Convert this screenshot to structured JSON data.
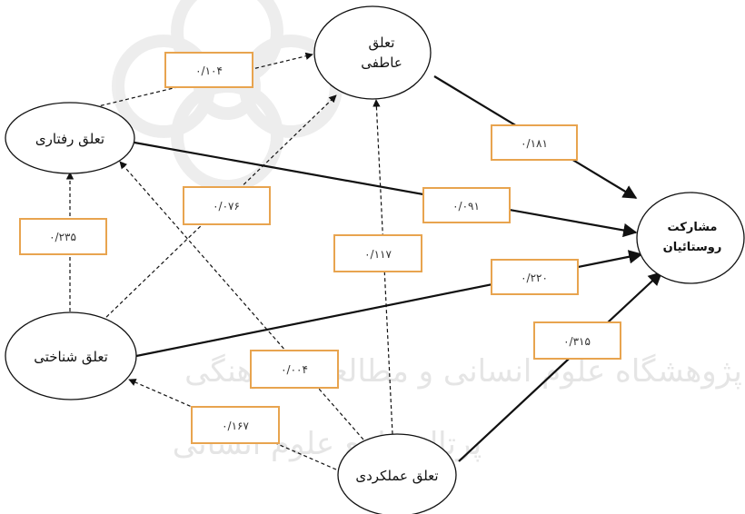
{
  "diagram": {
    "colors": {
      "edge_box_border": "#e8a44f",
      "line": "#111111",
      "watermark": "#ececec"
    },
    "watermark_text": [
      "پژوهشگاه علوم انسانی و مطالعات فرهنگی",
      "پرتال جامع علوم انسانی"
    ],
    "nodes": [
      {
        "id": "emotional",
        "lines": [
          "تعلق",
          "عاطفی"
        ]
      },
      {
        "id": "behavioral",
        "lines": [
          "تعلق رفتاری"
        ]
      },
      {
        "id": "participation",
        "lines": [
          "مشارکت",
          "روستائیان"
        ]
      },
      {
        "id": "cognitive",
        "lines": [
          "تعلق شناختی"
        ]
      },
      {
        "id": "functional",
        "lines": [
          "تعلق عملکردی"
        ]
      }
    ],
    "edges": [
      {
        "id": "behavioral-emotional",
        "from": "behavioral",
        "to": "emotional",
        "style": "dashed",
        "label": "۰/۱۰۴"
      },
      {
        "id": "emotional-participation",
        "from": "emotional",
        "to": "participation",
        "style": "solid",
        "label": "۰/۱۸۱"
      },
      {
        "id": "behavioral-participation",
        "from": "behavioral",
        "to": "participation",
        "style": "solid",
        "label": "۰/۰۹۱"
      },
      {
        "id": "cognitive-behavioral",
        "from": "cognitive",
        "to": "behavioral",
        "style": "dashed",
        "label": "۰/۲۳۵"
      },
      {
        "id": "cognitive-emotional",
        "from": "cognitive",
        "to": "emotional",
        "style": "dashed",
        "label": "۰/۰۷۶"
      },
      {
        "id": "functional-emotional",
        "from": "functional",
        "to": "emotional",
        "style": "dashed",
        "label": "۰/۱۱۷"
      },
      {
        "id": "cognitive-participation",
        "from": "cognitive",
        "to": "participation",
        "style": "solid",
        "label": "۰/۲۲۰"
      },
      {
        "id": "functional-behavioral",
        "from": "functional",
        "to": "behavioral",
        "style": "dashed",
        "label": "۰/۰۰۴"
      },
      {
        "id": "functional-participation",
        "from": "functional",
        "to": "participation",
        "style": "solid",
        "label": "۰/۳۱۵"
      },
      {
        "id": "functional-cognitive",
        "from": "functional",
        "to": "cognitive",
        "style": "dashed",
        "label": "۰/۱۶۷"
      }
    ]
  }
}
